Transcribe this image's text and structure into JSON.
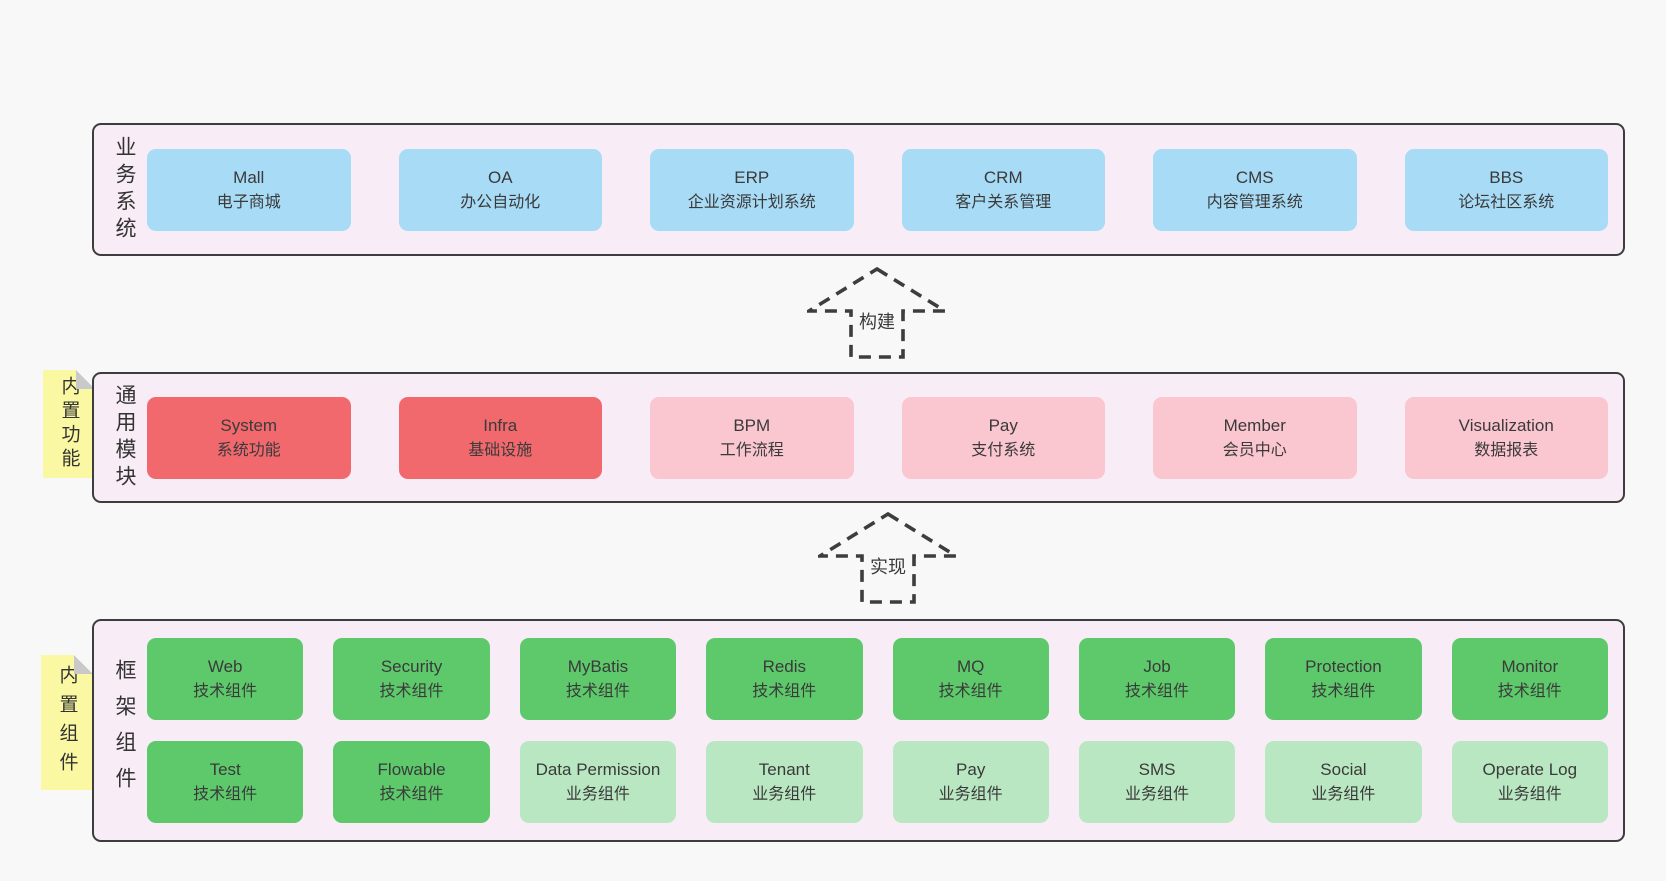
{
  "colors": {
    "page_bg": "#f8f8f8",
    "container_bg": "#f8edf6",
    "container_border": "#3d3d3d",
    "blue": "#a8dbf5",
    "red": "#f2696d",
    "pink": "#fac6d0",
    "green": "#5dc96b",
    "light_green": "#b9e7c1",
    "note_yellow": "#fbf8a3",
    "note_fold": "#c9c9c9",
    "text": "#3a3a3a"
  },
  "layers": [
    {
      "label": "业务系统",
      "rows": [
        [
          {
            "name": "Mall",
            "desc": "电子商城",
            "color": "blue"
          },
          {
            "name": "OA",
            "desc": "办公自动化",
            "color": "blue"
          },
          {
            "name": "ERP",
            "desc": "企业资源计划系统",
            "color": "blue"
          },
          {
            "name": "CRM",
            "desc": "客户关系管理",
            "color": "blue"
          },
          {
            "name": "CMS",
            "desc": "内容管理系统",
            "color": "blue"
          },
          {
            "name": "BBS",
            "desc": "论坛社区系统",
            "color": "blue"
          }
        ]
      ]
    },
    {
      "label": "通用模块",
      "note": "内置功能",
      "rows": [
        [
          {
            "name": "System",
            "desc": "系统功能",
            "color": "red"
          },
          {
            "name": "Infra",
            "desc": "基础设施",
            "color": "red"
          },
          {
            "name": "BPM",
            "desc": "工作流程",
            "color": "pink"
          },
          {
            "name": "Pay",
            "desc": "支付系统",
            "color": "pink"
          },
          {
            "name": "Member",
            "desc": "会员中心",
            "color": "pink"
          },
          {
            "name": "Visualization",
            "desc": "数据报表",
            "color": "pink"
          }
        ]
      ]
    },
    {
      "label": "框架组件",
      "note": "内置组件",
      "rows": [
        [
          {
            "name": "Web",
            "desc": "技术组件",
            "color": "green"
          },
          {
            "name": "Security",
            "desc": "技术组件",
            "color": "green"
          },
          {
            "name": "MyBatis",
            "desc": "技术组件",
            "color": "green"
          },
          {
            "name": "Redis",
            "desc": "技术组件",
            "color": "green"
          },
          {
            "name": "MQ",
            "desc": "技术组件",
            "color": "green"
          },
          {
            "name": "Job",
            "desc": "技术组件",
            "color": "green"
          },
          {
            "name": "Protection",
            "desc": "技术组件",
            "color": "green"
          },
          {
            "name": "Monitor",
            "desc": "技术组件",
            "color": "green"
          }
        ],
        [
          {
            "name": "Test",
            "desc": "技术组件",
            "color": "green"
          },
          {
            "name": "Flowable",
            "desc": "技术组件",
            "color": "green"
          },
          {
            "name": "Data Permission",
            "desc": "业务组件",
            "color": "light_green"
          },
          {
            "name": "Tenant",
            "desc": "业务组件",
            "color": "light_green"
          },
          {
            "name": "Pay",
            "desc": "业务组件",
            "color": "light_green"
          },
          {
            "name": "SMS",
            "desc": "业务组件",
            "color": "light_green"
          },
          {
            "name": "Social",
            "desc": "业务组件",
            "color": "light_green"
          },
          {
            "name": "Operate Log",
            "desc": "业务组件",
            "color": "light_green"
          }
        ]
      ]
    }
  ],
  "arrows": [
    {
      "label": "构建"
    },
    {
      "label": "实现"
    }
  ]
}
